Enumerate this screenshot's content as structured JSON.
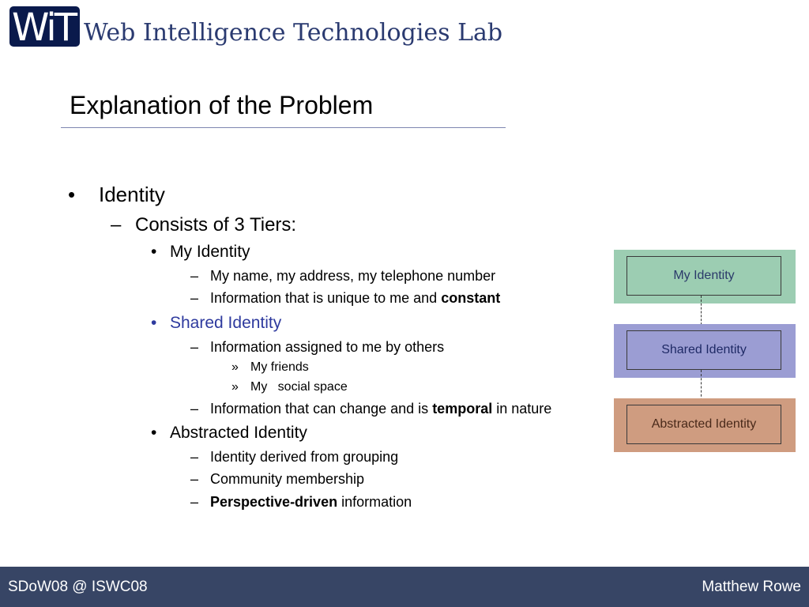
{
  "logo": {
    "mark": "WiT",
    "lab_name": "Web Intelligence Technologies Lab"
  },
  "slide": {
    "title": "Explanation of the Problem",
    "bullets": {
      "identity": "Identity",
      "tiers": "Consists of 3 Tiers:",
      "my_identity": "My Identity",
      "my_id_1": "My name, my address, my telephone number",
      "my_id_2_pre": "Information that is unique to me and ",
      "my_id_2_bold": "constant",
      "shared_identity": "Shared Identity",
      "shared_1": "Information assigned to me by others",
      "shared_1a": "My friends",
      "shared_1b": "My   social space",
      "shared_2_pre": "Information that can change and is ",
      "shared_2_bold": "temporal",
      "shared_2_post": " in nature",
      "abstracted_identity": "Abstracted Identity",
      "abs_1": "Identity derived from grouping",
      "abs_2": "Community membership",
      "abs_3_bold": "Perspective-driven",
      "abs_3_post": " information"
    },
    "markers": {
      "bullet": "•",
      "dash": "–",
      "guillemet": "»"
    }
  },
  "diagram": {
    "boxes": [
      {
        "label": "My Identity",
        "outer_color": "#9ccdb2",
        "text_color": "#2b3a6a"
      },
      {
        "label": "Shared Identity",
        "outer_color": "#9b9dd3",
        "text_color": "#1f2a66"
      },
      {
        "label": "Abstracted Identity",
        "outer_color": "#cf9c80",
        "text_color": "#4a2a1a"
      }
    ]
  },
  "footer": {
    "left": "SDoW08 @ ISWC08",
    "right": "Matthew Rowe"
  },
  "colors": {
    "footer_bg": "#374565",
    "accent_blue": "#2e3a9e",
    "logo_bg": "#0a1a4c"
  }
}
